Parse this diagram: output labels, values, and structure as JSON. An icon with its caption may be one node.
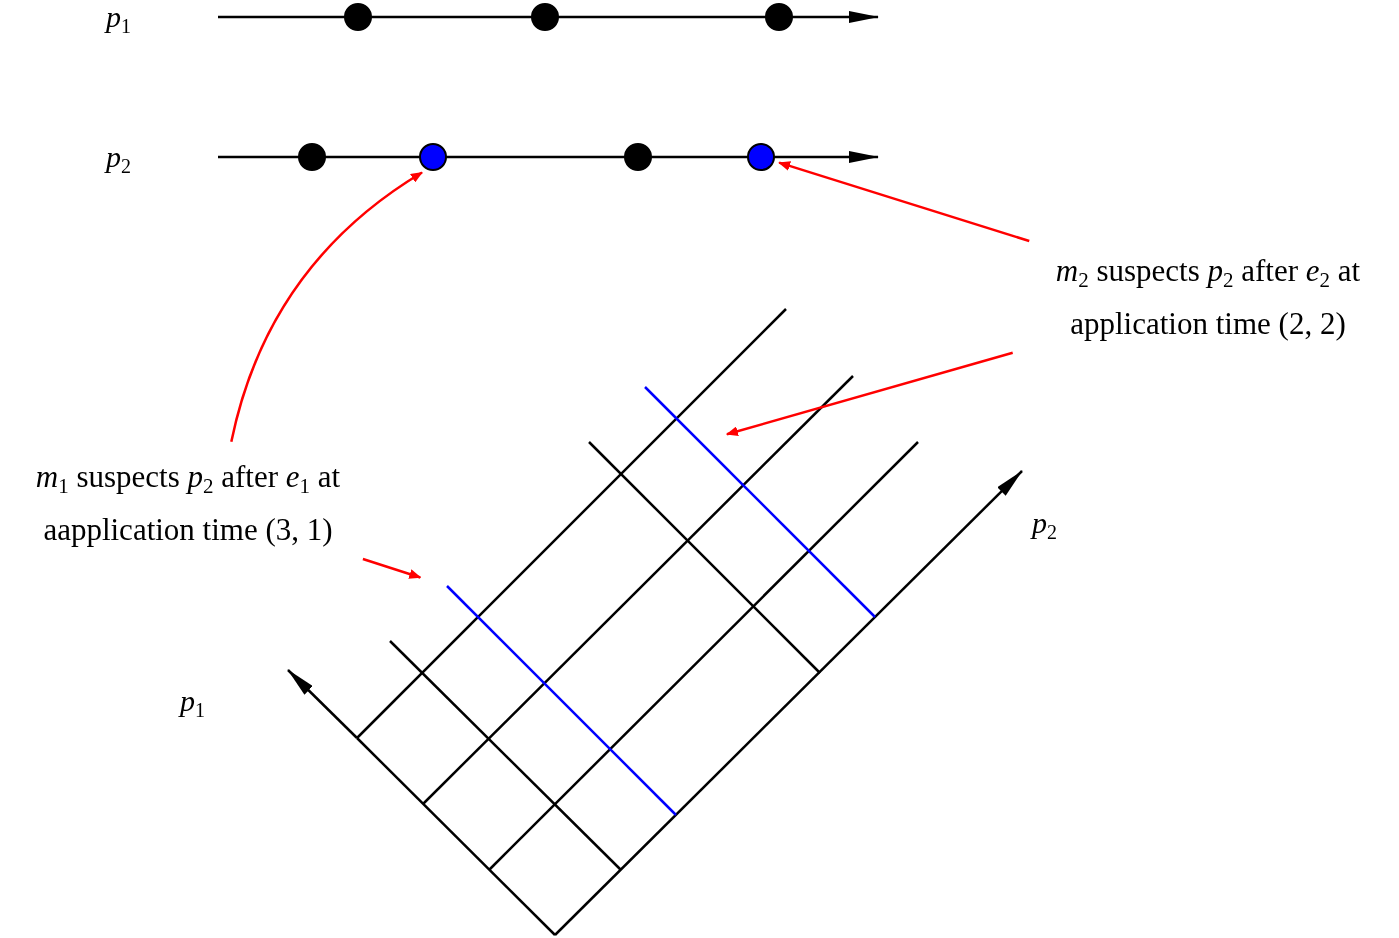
{
  "diagram": {
    "nodes": [
      {
        "text": [
          "*m*$_{2}$ suspects *p*$_{2}$ after *e*$_{2}$ at application time (2, 2)"
        ]
      },
      {
        "text": [
          "*m*$_{1}$ suspects *p*$_{2}$ after *e*$_{1}$ at aapplication time (3, 1)"
        ]
      },
      {
        "text": [],
        "shape": "circle"
      },
      {
        "text": [],
        "shape": "circle"
      },
      {
        "text": [],
        "shape": "bar"
      },
      {
        "text": [],
        "shape": "bar"
      }
    ],
    "edges": [
      {
        "from": 1,
        "to": 2,
        "arrow": "to"
      },
      {
        "from": 0,
        "to": 3,
        "arrow": "to"
      },
      {
        "from": 0,
        "to": 4,
        "arrow": "to"
      },
      {
        "from": 1,
        "to": 5,
        "arrow": "to"
      }
    ],
    "labels": [
      "*p*$_{1}$",
      "*p*$_{2}$",
      "*p*$_{2}$",
      "*p*$_{1}$"
    ]
  }
}
